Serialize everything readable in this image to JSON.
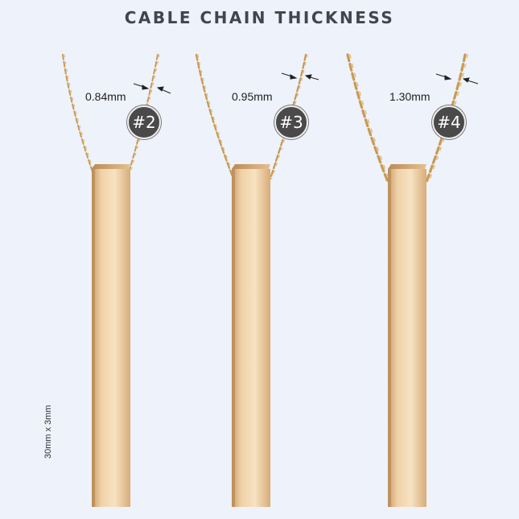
{
  "title": "CABLE CHAIN THICKNESS",
  "items": [
    {
      "measure": "0.84mm",
      "badge": "#2"
    },
    {
      "measure": "0.95mm",
      "badge": "#3"
    },
    {
      "measure": "1.30mm",
      "badge": "#4"
    }
  ],
  "pendant_dimensions": "30mm x 3mm",
  "colors": {
    "background": "#edf2fb",
    "gold": "#e8c493",
    "chain": "#c99a52",
    "badge": "#4a4a4a"
  }
}
